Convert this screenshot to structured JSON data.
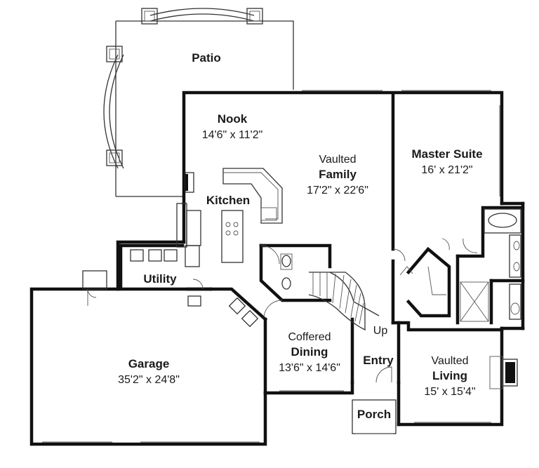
{
  "rooms": {
    "patio": {
      "name": "Patio"
    },
    "nook": {
      "name": "Nook",
      "size": "14'6\" x 11'2\""
    },
    "family": {
      "prefix": "Vaulted",
      "name": "Family",
      "size": "17'2\" x 22'6\""
    },
    "master": {
      "name": "Master Suite",
      "size": "16' x 21'2\""
    },
    "kitchen": {
      "name": "Kitchen"
    },
    "utility": {
      "name": "Utility"
    },
    "garage": {
      "name": "Garage",
      "size": "35'2\" x 24'8\""
    },
    "dining": {
      "prefix": "Coffered",
      "name": "Dining",
      "size": "13'6\" x 14'6\""
    },
    "entry": {
      "name": "Entry"
    },
    "living": {
      "prefix": "Vaulted",
      "name": "Living",
      "size": "15' x 15'4\""
    },
    "porch": {
      "name": "Porch"
    }
  },
  "stairs": {
    "label": "Up"
  }
}
